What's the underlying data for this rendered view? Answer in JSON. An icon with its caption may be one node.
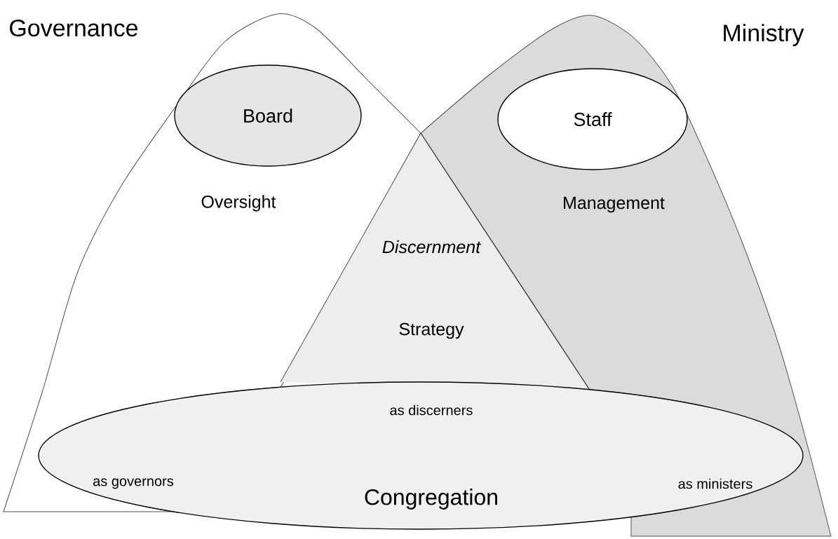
{
  "diagram": {
    "nodes": [
      {
        "text": [
          "Governance",
          "Oversight"
        ]
      },
      {
        "text": [
          "Ministry",
          "Management"
        ]
      },
      {
        "text": [
          "Board"
        ],
        "in": 0
      },
      {
        "text": [
          "Staff"
        ],
        "in": 1
      },
      {
        "text": [
          "Discernment",
          "Strategy"
        ]
      },
      {
        "text": [
          "as discerners",
          "as governors",
          "Congregation",
          "as ministers"
        ]
      }
    ]
  }
}
